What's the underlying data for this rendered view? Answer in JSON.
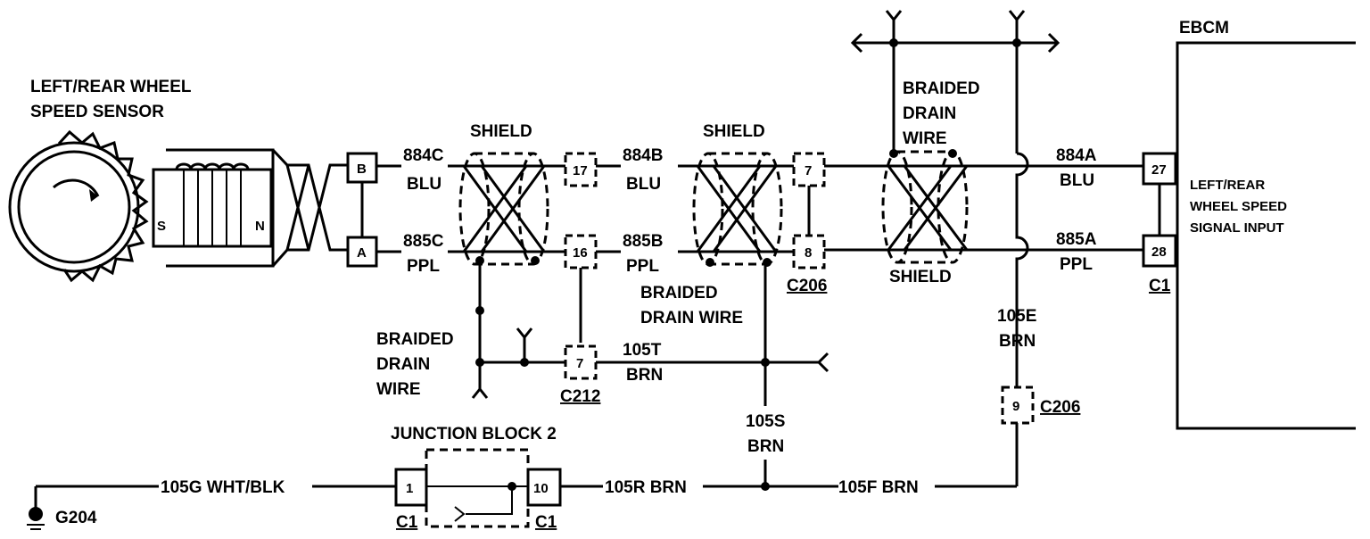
{
  "sensor": {
    "title_line1": "LEFT/REAR WHEEL",
    "title_line2": "SPEED SENSOR",
    "term_s": "S",
    "term_n": "N",
    "pin_b": "B",
    "pin_a": "A"
  },
  "wires": {
    "w884c": "884C",
    "w884c_color": "BLU",
    "w885c": "885C",
    "w885c_color": "PPL",
    "w884b": "884B",
    "w884b_color": "BLU",
    "w885b": "885B",
    "w885b_color": "PPL",
    "w884a": "884A",
    "w884a_color": "BLU",
    "w885a": "885A",
    "w885a_color": "PPL",
    "w105t": "105T",
    "w105t_color": "BRN",
    "w105s": "105S",
    "w105s_color": "BRN",
    "w105e": "105E",
    "w105e_color": "BRN",
    "w105g": "105G WHT/BLK",
    "w105r": "105R BRN",
    "w105f": "105F BRN"
  },
  "shields": {
    "s1": "SHIELD",
    "s2": "SHIELD",
    "s3": "SHIELD"
  },
  "drain": {
    "d1_line1": "BRAIDED",
    "d1_line2": "DRAIN",
    "d1_line3": "WIRE",
    "d2_line1": "BRAIDED",
    "d2_line2": "DRAIN WIRE",
    "d3_line1": "BRAIDED",
    "d3_line2": "DRAIN",
    "d3_line3": "WIRE"
  },
  "connectors": {
    "c17": "17",
    "c16": "16",
    "c7a": "7",
    "c212": "C212",
    "c7b": "7",
    "c8": "8",
    "c206a": "C206",
    "c9": "9",
    "c206b": "C206",
    "c27": "27",
    "c28": "28",
    "c1_ebcm": "C1",
    "jb_pin1": "1",
    "jb_pin10": "10",
    "jb_c1_left": "C1",
    "jb_c1_right": "C1"
  },
  "ebcm": {
    "title": "EBCM",
    "input_line1": "LEFT/REAR",
    "input_line2": "WHEEL SPEED",
    "input_line3": "SIGNAL INPUT"
  },
  "junction_block": {
    "title": "JUNCTION BLOCK 2"
  },
  "ground": {
    "label": "G204"
  }
}
